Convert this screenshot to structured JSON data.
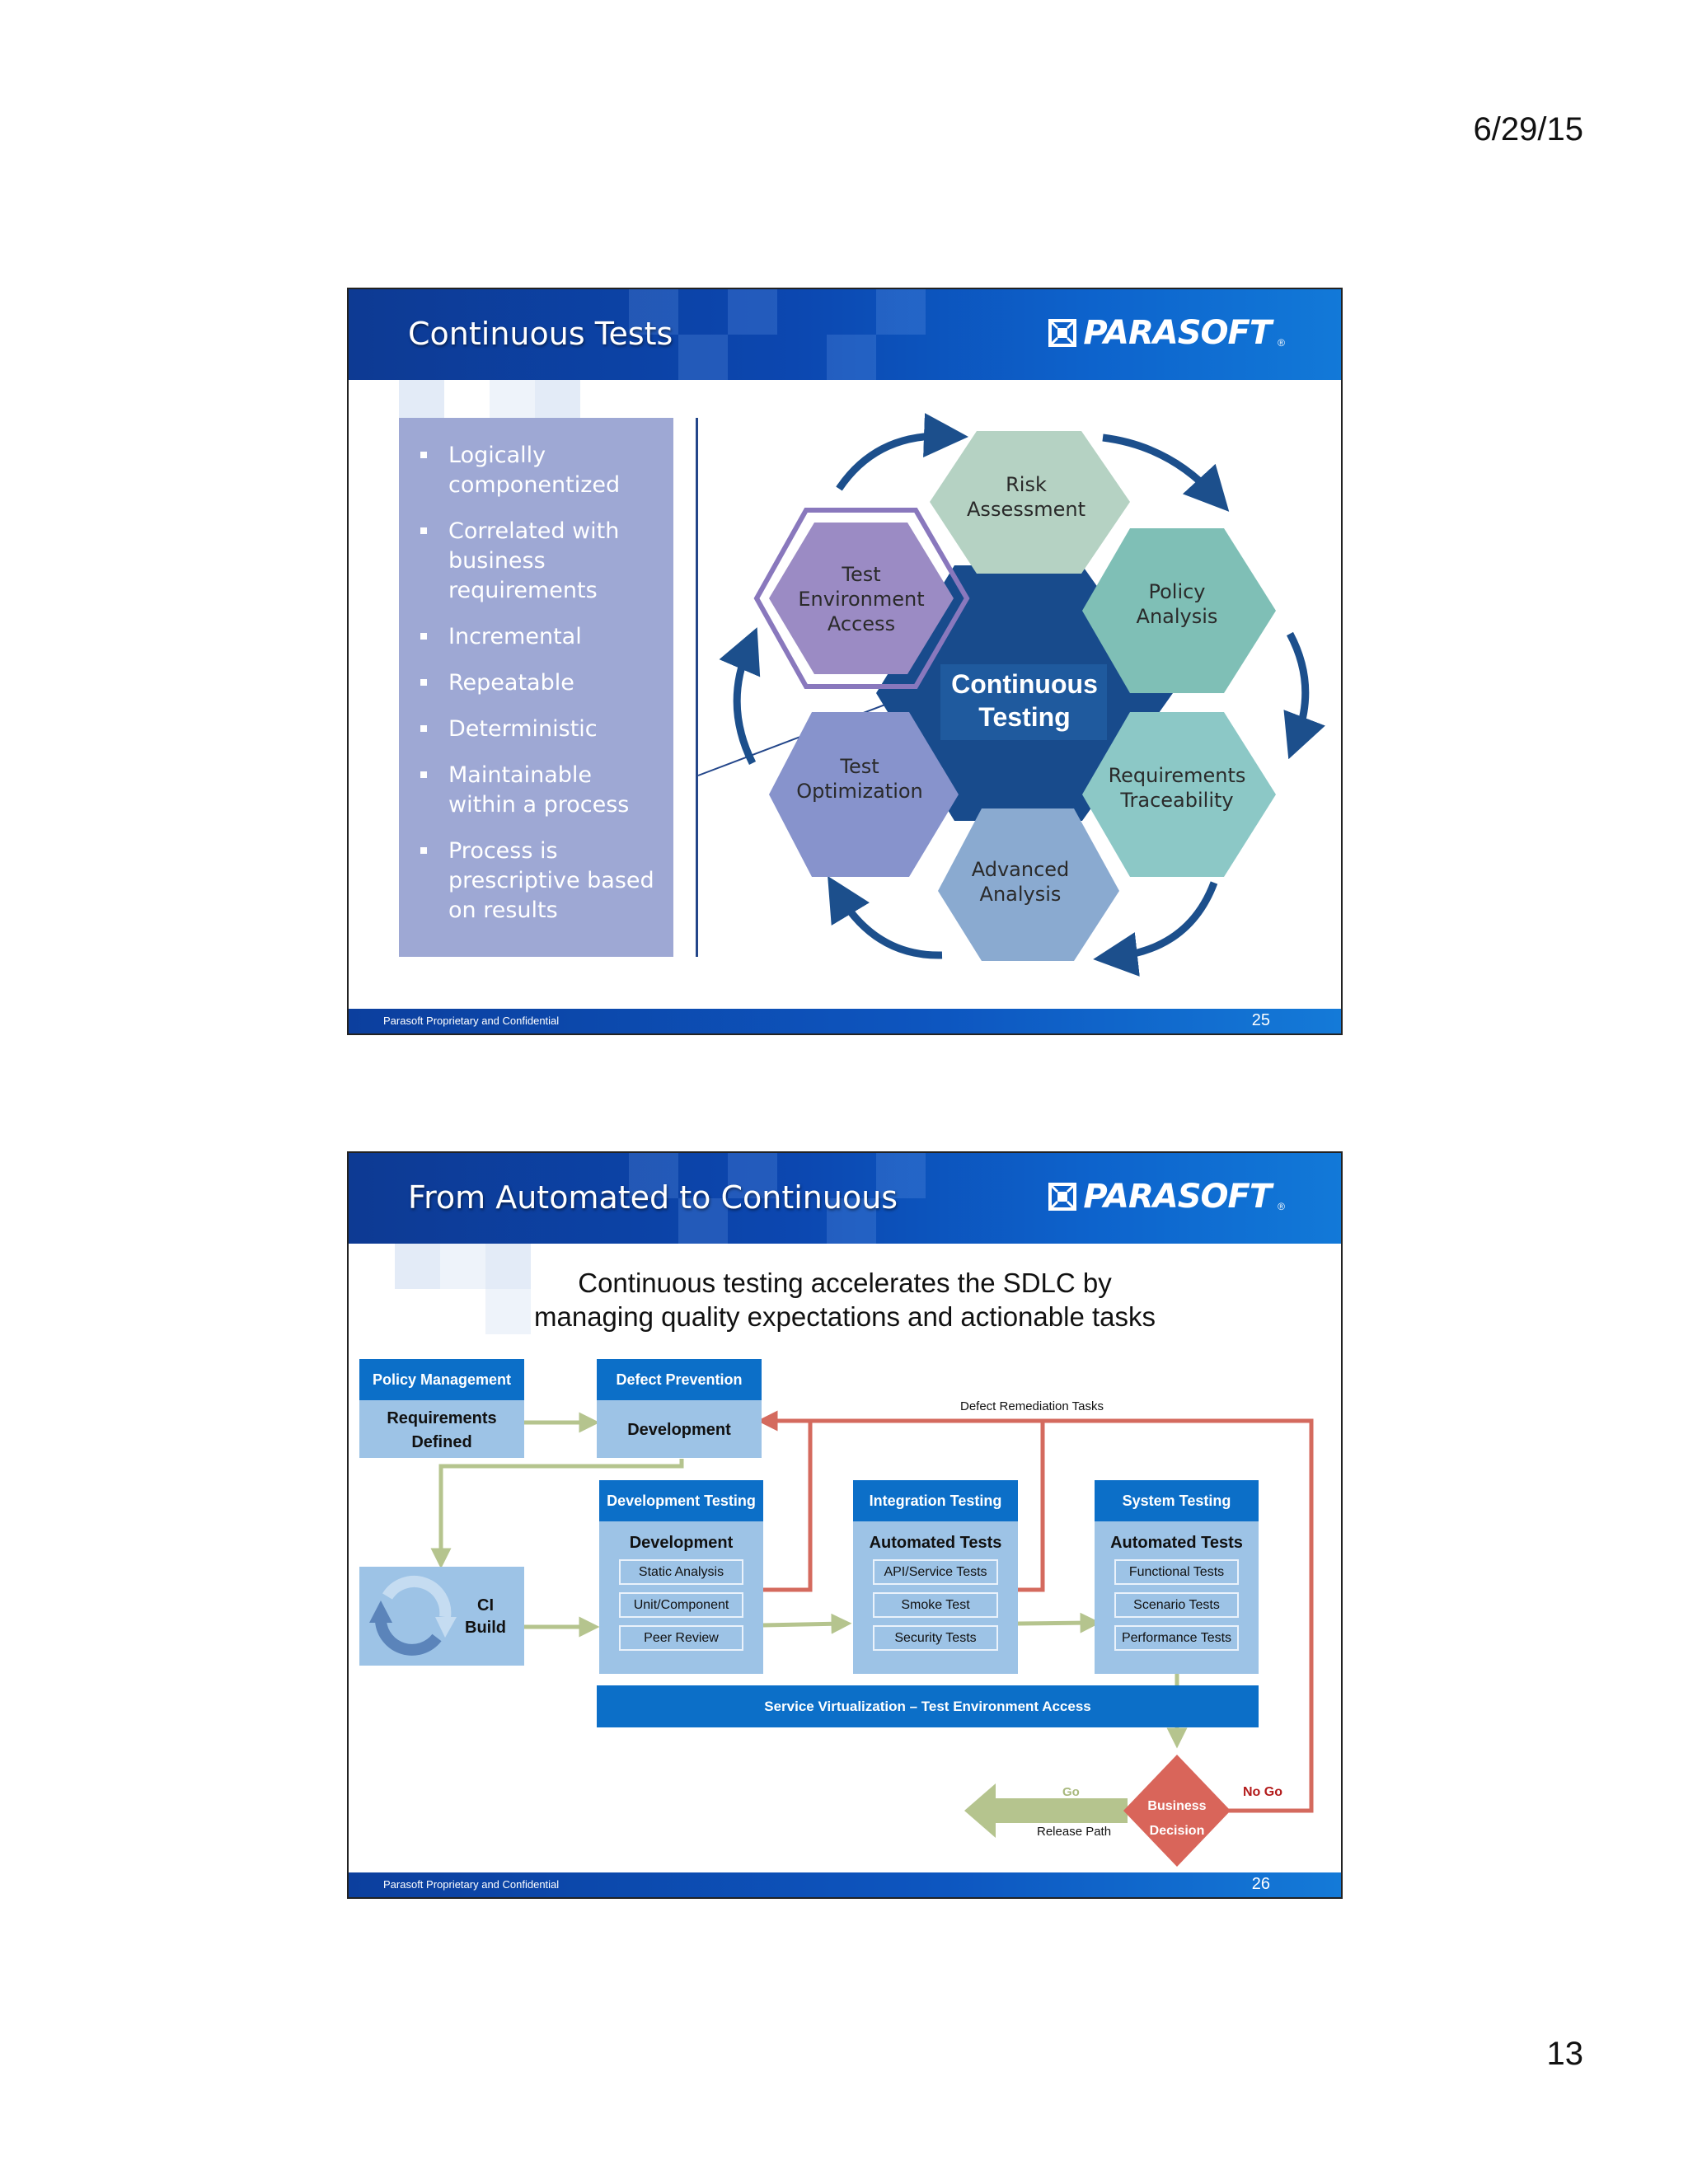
{
  "page": {
    "date": "6/29/15",
    "number": "13"
  },
  "slide1": {
    "title": "Continuous Tests",
    "logo_text": "PARASOFT",
    "logo_reg": "®",
    "bullets": [
      "Logically componentized",
      "Correlated with business requirements",
      "Incremental",
      "Repeatable",
      "Deterministic",
      "Maintainable within a process",
      "Process is prescriptive based on results"
    ],
    "center": [
      "Continuous",
      "Testing"
    ],
    "hexes": {
      "risk": [
        "Risk",
        "Assessment"
      ],
      "policy": [
        "Policy",
        "Analysis"
      ],
      "requirements": [
        "Requirements",
        "Traceability"
      ],
      "advanced": [
        "Advanced",
        "Analysis"
      ],
      "optimization": [
        "Test",
        "Optimization"
      ],
      "environment": [
        "Test",
        "Environment",
        "Access"
      ]
    },
    "colors": {
      "risk": "#b5d2c3",
      "policy": "#7fbfb6",
      "requirements": "#8cc8c6",
      "advanced": "#8aaad0",
      "optimization": "#8793cc",
      "environment": "#9b8bc4",
      "center": "#184b8c",
      "arrows": "#1c4f8c"
    },
    "footer": "Parasoft Proprietary and Confidential",
    "slide_number": "25"
  },
  "slide2": {
    "title": "From Automated to Continuous",
    "logo_text": "PARASOFT",
    "logo_reg": "®",
    "subtitle_line1": "Continuous testing accelerates the SDLC by",
    "subtitle_line2": "managing quality expectations and actionable tasks",
    "policy": {
      "header": "Policy Management",
      "body_line1": "Requirements",
      "body_line2": "Defined"
    },
    "defect": {
      "header": "Defect Prevention",
      "body": "Development"
    },
    "ci": {
      "line1": "CI",
      "line2": "Build"
    },
    "dev_testing": {
      "header": "Development Testing",
      "title": "Development",
      "items": [
        "Static Analysis",
        "Unit/Component",
        "Peer Review"
      ]
    },
    "integration": {
      "header": "Integration Testing",
      "title": "Automated Tests",
      "items": [
        "API/Service Tests",
        "Smoke Test",
        "Security Tests"
      ]
    },
    "system": {
      "header": "System Testing",
      "title": "Automated Tests",
      "items": [
        "Functional Tests",
        "Scenario Tests",
        "Performance Tests"
      ]
    },
    "service_virtualization": "Service Virtualization – Test Environment Access",
    "defect_remediation": "Defect Remediation Tasks",
    "go": "Go",
    "no_go": "No Go",
    "release_path": "Release Path",
    "decision_line1": "Business",
    "decision_line2": "Decision",
    "colors": {
      "green_flow": "#b5c48e",
      "red_flow": "#d46a5e",
      "decision": "#d9655a",
      "panel": "#9dc3e6",
      "panel_header": "#0c6fc8"
    },
    "footer": "Parasoft Proprietary and Confidential",
    "slide_number": "26"
  }
}
